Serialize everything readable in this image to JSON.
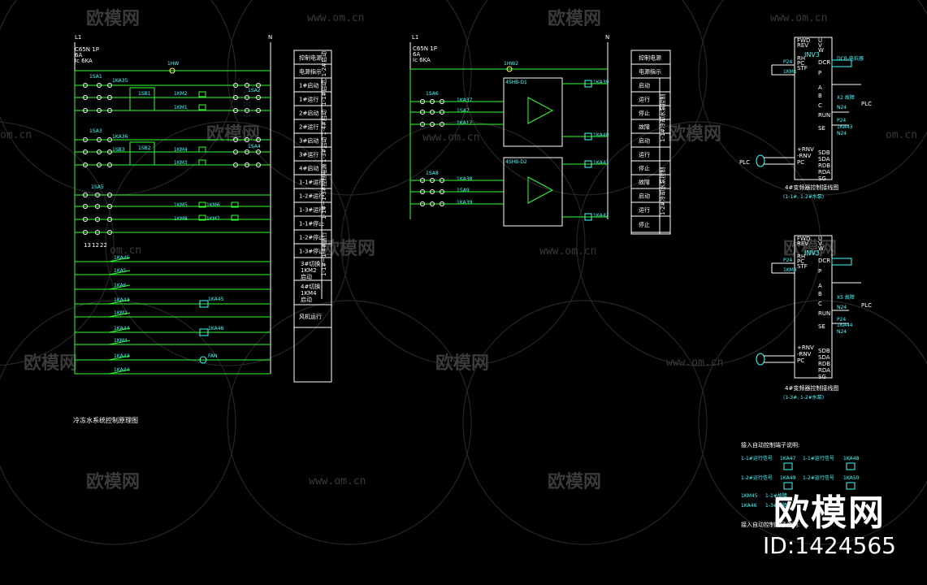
{
  "colors": {
    "background": "#000000",
    "wire": "#33ff33",
    "label": "#40ffff",
    "text": "#ffffff",
    "watermark": "#3a3a3a"
  },
  "watermark": {
    "brand": "欧模网",
    "url": "www.om.cn",
    "url_short": "om.cn",
    "id": "ID:1424565"
  },
  "left": {
    "title": "冷冻水系统控制原理图",
    "line_L": "L1",
    "line_N": "N",
    "breaker": [
      "C65N 1P",
      "6A",
      "Ic 6KA"
    ],
    "lamp": "1HW",
    "sa": [
      "1SA1",
      "1SA2",
      "1SA3",
      "1SA4",
      "1SA5"
    ],
    "contacts": [
      "1KA35",
      "1SB1",
      "1SB2",
      "1KM2",
      "1KM1",
      "1KA36",
      "1SB3",
      "1KM4",
      "1KM3",
      "1KM5",
      "1KM6",
      "1KM8",
      "1KM7"
    ],
    "nums": [
      "13",
      "12",
      "22"
    ],
    "rows": [
      "1KA45",
      "1KA5",
      "1KA6",
      "1KA43",
      "1KM2",
      "1KA44",
      "1KM4",
      "1KA43",
      "1KA44"
    ],
    "coils": [
      "1KA45",
      "1KA46",
      "FAN"
    ],
    "legend": [
      "控制电源",
      "电源指示",
      "1#启动",
      "1#运行",
      "2#启动",
      "2#运行",
      "3#启动",
      "3#运行",
      "4#启动",
      "1-1#运行",
      "1-2#运行",
      "1-3#运行",
      "1-1#停止",
      "1-2#停止",
      "1-3#停止",
      "3#切换 1KM2 启动",
      "4#切换 1KM4 启动",
      "风机运行"
    ],
    "legend_vert": [
      "1-1#启动, 1-2#启动",
      "1-3#启动 1-4#启动",
      "1-1#~1-3#控制电源",
      "1-1#~1-4#运行"
    ]
  },
  "middle": {
    "line_L": "L1",
    "line_N": "N",
    "breaker": [
      "C65N 1P",
      "6A",
      "Ic 6KA"
    ],
    "lamp": "1HW2",
    "sa": [
      "1SA6",
      "1SA8"
    ],
    "contacts": [
      "1KA37",
      "1SA7",
      "1KA17",
      "1KA38",
      "1SA9",
      "1KA39"
    ],
    "controllers": [
      "4SHB-D1",
      "4SHB-D2"
    ],
    "coils": [
      "1KA39",
      "1KA40",
      "1KA41",
      "1KA42"
    ],
    "legend": [
      "控制电源",
      "电源指示",
      "启动",
      "运行",
      "停止",
      "故障",
      "启动",
      "运行",
      "停止",
      "故障",
      "启动",
      "运行",
      "停止"
    ],
    "legend_vert": [
      "1-1#冷却水泵控制",
      "1-2#冷却水泵控制"
    ]
  },
  "right": {
    "inv_label": "INV3",
    "left_pins": [
      "FWD",
      "REV",
      "STF",
      "RH",
      "PC",
      "+RNV",
      "-RNV",
      "PC"
    ],
    "right_pins": [
      "U",
      "V",
      "W",
      "DCR",
      "P",
      "A",
      "B",
      "C",
      "RUN",
      "SE",
      "SDB",
      "SDA",
      "RDB",
      "RDA",
      "SG"
    ],
    "left_labels": [
      "P24",
      "1KM1",
      "PLC"
    ],
    "right_labels": [
      "DCR-电抗器",
      "X2 故障",
      "N24",
      "P24",
      "1KA43",
      "N24"
    ],
    "plc": "PLC",
    "caption1": [
      "4#变频器控制接线图",
      "(1-1#, 1-2#水泵)"
    ],
    "caption2": [
      "4#变频器控制接线图",
      "(1-3#, 1-2#水泵)"
    ],
    "inv2_labels": [
      "P24",
      "1KM3",
      "X5 故障",
      "N24",
      "1KA44",
      "P24",
      "N24"
    ],
    "notes_title1": "接入自动控制端子说明:",
    "notes": [
      "1-1#运行信号",
      "1KA47",
      "1-1#运行信号",
      "1KA48",
      "1-2#运行信号",
      "1KA49",
      "1-2#运行信号",
      "1KA50",
      "1KM45",
      "1-1#故障",
      "1KA46",
      "1-3#故障"
    ],
    "notes_title2": "接入自动控制端子说明:"
  }
}
